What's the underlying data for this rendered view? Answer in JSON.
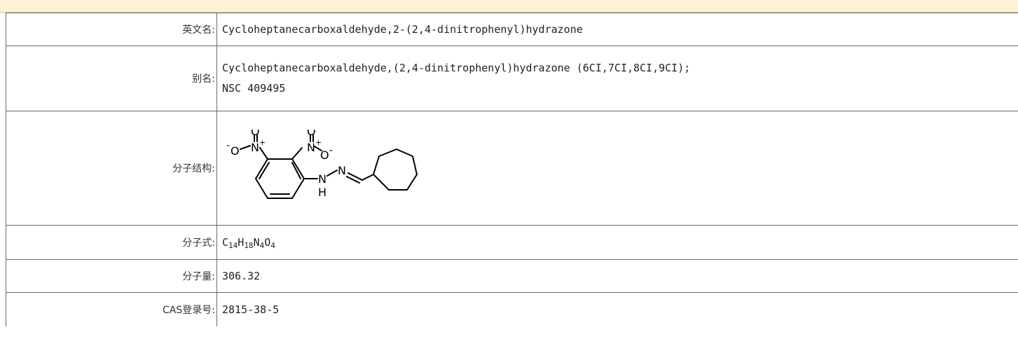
{
  "properties": {
    "english_name": {
      "label": "英文名:",
      "value": "Cycloheptanecarboxaldehyde,2-(2,4-dinitrophenyl)hydrazone"
    },
    "alias": {
      "label": "别名:",
      "values": [
        "Cycloheptanecarboxaldehyde,(2,4-dinitrophenyl)hydrazone (6CI,7CI,8CI,9CI);",
        "NSC 409495"
      ]
    },
    "structure": {
      "label": "分子结构:",
      "atoms": {
        "n1": "N",
        "plus1": "+",
        "o1": "O",
        "om1": "-",
        "om1o": "O",
        "n2": "N",
        "plus2": "+",
        "o2": "O",
        "o3": "O",
        "om2": "-",
        "nh_n": "N",
        "nh_h": "H",
        "n3": "N"
      }
    },
    "formula": {
      "label": "分子式:",
      "parts": {
        "c": "C",
        "c_n": "14",
        "h": "H",
        "h_n": "18",
        "n": "N",
        "n_n": "4",
        "o": "O",
        "o_n": "4"
      }
    },
    "molecular_weight": {
      "label": "分子量:",
      "value": "306.32"
    },
    "cas": {
      "label": "CAS登录号:",
      "value": "2815-38-5"
    }
  }
}
